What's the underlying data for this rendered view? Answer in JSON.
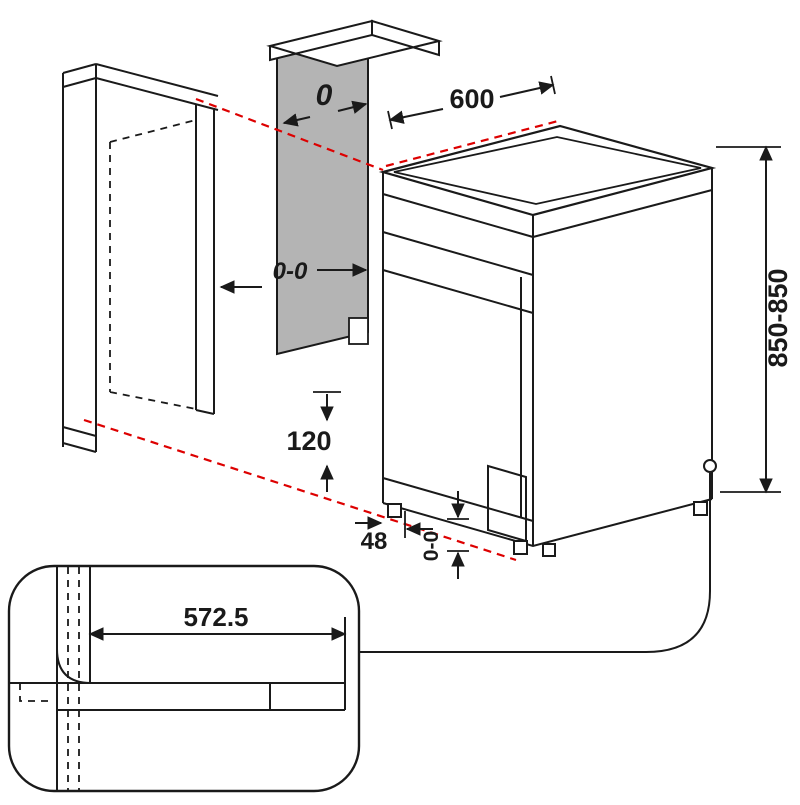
{
  "diagram": {
    "colors": {
      "line": "#1a1a1a",
      "alignment_dashes": "#dd0000",
      "side_panel": "#b4b4b4",
      "background": "#ffffff"
    },
    "labels": {
      "niche_depth": "0",
      "width": "600",
      "gap": "0-0",
      "height": "850-850",
      "plinth_height": "120",
      "plinth_recess": "48",
      "feet_range": "0-0",
      "inset_width": "572.5"
    }
  }
}
